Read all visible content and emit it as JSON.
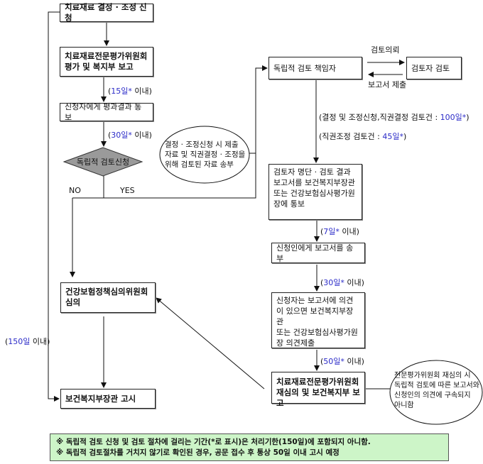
{
  "colors": {
    "highlight_number": "#2b2bc8",
    "note_background": "#cdf5c8",
    "decision_fill": "#9a9a9a"
  },
  "left": {
    "apply": "치료재료 결정 · 조정 신청",
    "committee_eval_1": "치료재료전문평가위원회",
    "committee_eval_2": "평가 및 복지부 보고",
    "d15_open": "(",
    "d15_num": "15일*",
    "d15_close": " 이내)",
    "notify": "신청자에게 평과결과  통보",
    "d30_open": "(",
    "d30_num": "30일*",
    "d30_close": " 이내)",
    "decision": "독립적 검토신청",
    "no": "NO",
    "yes": "YES",
    "policy_1": "건강보험정책심의위원회",
    "policy_2": "심의",
    "announce": "보건복지부장관 고시",
    "d150_open": "(",
    "d150_num": "150일",
    "d150_close": " 이내)"
  },
  "ellipse_left": [
    "결정 · 조정신청 시 제출",
    "자료 및 직권결정 · 조정을",
    "위해 검토된 자료 송부"
  ],
  "right": {
    "manager": "독립적 검토 책임자",
    "request": "검토의뢰",
    "reviewer": "검토자 검토",
    "submit": "보고서 제출",
    "period1_pre": "(결정 및 조정신청,직권결정 검토건 : ",
    "period1_num": "100일*",
    "period1_post": ")",
    "period2_pre": "(직권조정 검토건 : ",
    "period2_num": "45일*",
    "period2_post": ")",
    "report_notify": [
      "검토자 명단 ·  검토 결과",
      "보고서를 보건복지부장관",
      "또는 건강보험심사평가원",
      "장에 통보"
    ],
    "d7_open": "(",
    "d7_num": "7일*",
    "d7_close": " 이내)",
    "send": "신청인에게  보고서를 송부",
    "d30_open": "(",
    "d30_num": "30일*",
    "d30_close": " 이내)",
    "opinion": [
      "신청자는  보고서에  의견",
      "이 있으면 보건복지부장관",
      "또는 건강보험심사평가원",
      "장 의견제출"
    ],
    "d50_open": "(",
    "d50_num": "50일*",
    "d50_close": " 이내)",
    "rereview_1": "치료재료전문평가위원회",
    "rereview_2": "재심의 및 보건복지부 보고"
  },
  "ellipse_right": [
    "전문평가위원회 재심의 시",
    "독립적 검토에 따른 보고서와",
    "신청인의 의견에 구속되지",
    "아니함"
  ],
  "notes": [
    "※ 독립적 검토 신청 및 검토 절차에  걸리는 기간(*로 표시)은 처리기한(150일)에  포함되지 아니함.",
    "※ 독립적 검토절차를 거치지 않기로 확인된 경우, 공문 접수 후 통상 50일 이내 고시 예정"
  ]
}
